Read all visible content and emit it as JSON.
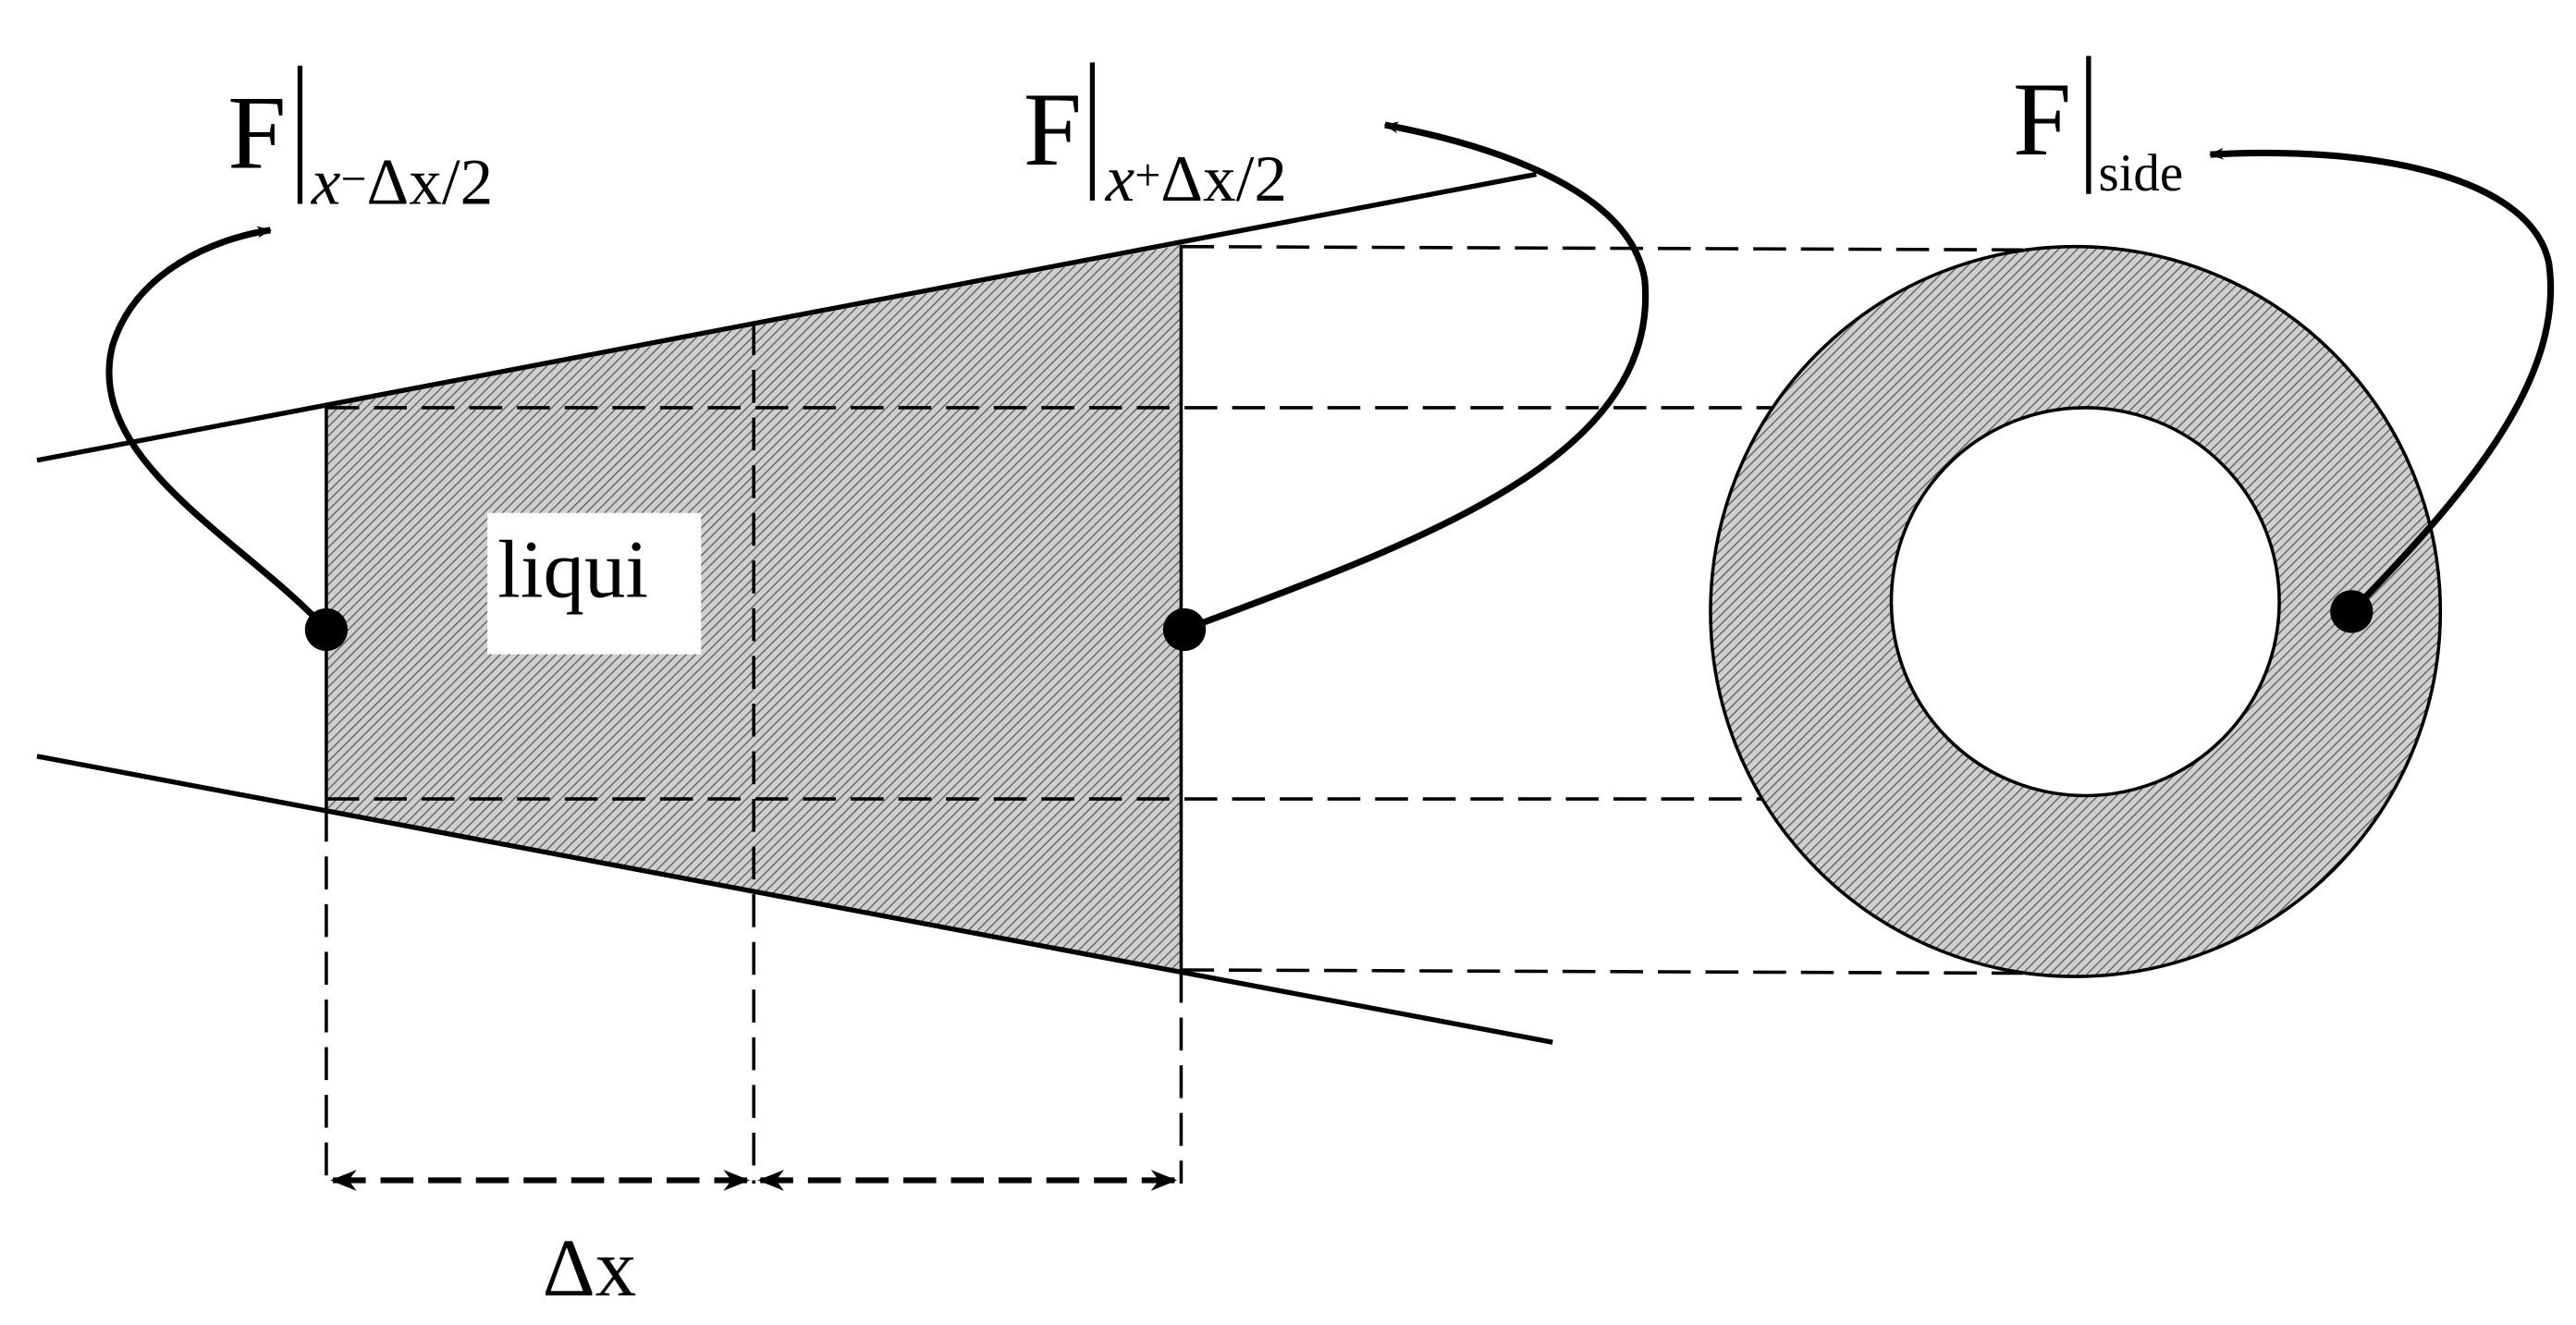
{
  "colors": {
    "ink": "#000000",
    "fill": "#cfcfcf",
    "hatch": "#555555",
    "background": "#ffffff"
  },
  "labels": {
    "flux_left": {
      "main": "F",
      "subscript_var": "x",
      "subscript_sign": "−",
      "subscript_delta": "Δx",
      "subscript_tail": "/2"
    },
    "flux_right": {
      "main": "F",
      "subscript_var": "x",
      "subscript_sign": "+",
      "subscript_delta": "Δx",
      "subscript_tail": "/2"
    },
    "flux_side": {
      "main": "F",
      "subscript": "side"
    },
    "region": "liqui",
    "width": "Δx"
  }
}
